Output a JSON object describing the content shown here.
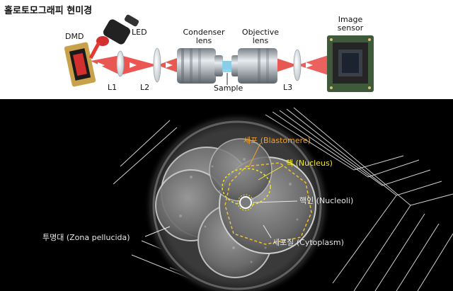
{
  "title": "홀로토모그래피 현미경",
  "setup": {
    "dmd": "DMD",
    "led": "LED",
    "condenser": "Condenser lens",
    "objective": "Objective lens",
    "sensor": "Image sensor",
    "l1": "L1",
    "l2": "L2",
    "l3": "L3",
    "sample": "Sample"
  },
  "labels": {
    "blastomere": "세포 (Blastomere)",
    "nucleus": "핵 (Nucleus)",
    "nucleoli": "핵인 (Nucleoli)",
    "zona": "투명대 (Zona pellucida)",
    "cytoplasm": "세포질 (Cytoplasm)"
  },
  "colors": {
    "beam": "#e53935",
    "blastomere_label": "#f0a030",
    "nucleus_label": "#f2e62a",
    "white_label": "#e6e6e6"
  }
}
